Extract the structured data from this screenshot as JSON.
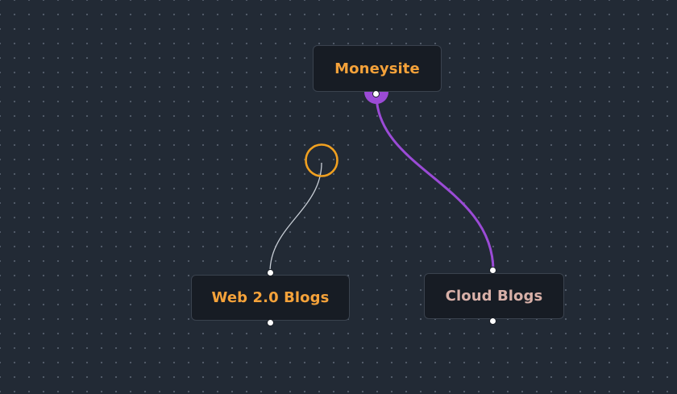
{
  "nodes": {
    "moneysite": {
      "label": "Moneysite",
      "color": "#f5a23a"
    },
    "web20": {
      "label": "Web 2.0 Blogs",
      "color": "#f5a23a"
    },
    "cloud": {
      "label": "Cloud Blogs",
      "color": "#d8b0a8"
    }
  },
  "edges": [
    {
      "from": "Moneysite",
      "to": "Cloud Blogs",
      "color": "#9b4bd6",
      "state": "connected"
    },
    {
      "from": "Web 2.0 Blogs",
      "to": null,
      "color": "#c8ced6",
      "state": "dragging"
    }
  ],
  "connection_target_color": "#f0a020",
  "canvas": {
    "background": "#222a35",
    "dot_grid": true
  }
}
